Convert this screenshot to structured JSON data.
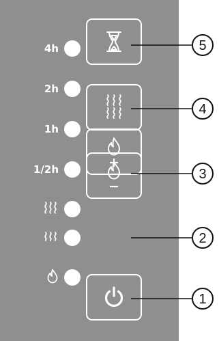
{
  "indicators": [
    {
      "label": "4h",
      "icon": ""
    },
    {
      "label": "2h",
      "icon": ""
    },
    {
      "label": "1h",
      "icon": ""
    },
    {
      "label": "1/2h",
      "icon": ""
    },
    {
      "label": "",
      "icon": "heat-waves-strong-icon"
    },
    {
      "label": "",
      "icon": "heat-waves-icon"
    },
    {
      "label": "",
      "icon": "flame-icon"
    }
  ],
  "buttons": [
    {
      "icon": "hourglass-icon"
    },
    {
      "icon": "heat-waves-icon"
    },
    {
      "icon": "flame-plus-icon"
    },
    {
      "icon": "flame-minus-icon"
    },
    {
      "icon": "power-icon"
    }
  ],
  "callouts": [
    "5",
    "4",
    "3",
    "2",
    "1"
  ],
  "colors": {
    "panel": "#8f8f91",
    "foreground": "#ffffff",
    "callout_line": "#111111"
  }
}
